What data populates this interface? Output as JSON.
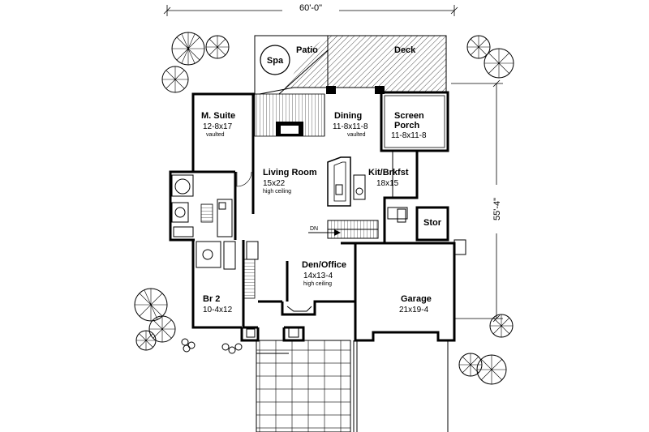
{
  "dimensions": {
    "width": "60'-0\"",
    "depth": "55'-4\""
  },
  "rooms": {
    "spa": {
      "name": "Spa"
    },
    "patio": {
      "name": "Patio"
    },
    "deck": {
      "name": "Deck"
    },
    "master_suite": {
      "name": "M. Suite",
      "size": "12-8x17",
      "note": "vaulted"
    },
    "dining": {
      "name": "Dining",
      "size": "11-8x11-8",
      "note": "vaulted"
    },
    "screen_porch": {
      "name_line1": "Screen",
      "name_line2": "Porch",
      "size": "11-8x11-8"
    },
    "living_room": {
      "name": "Living Room",
      "size": "15x22",
      "note": "high ceiling"
    },
    "kitchen": {
      "name": "Kit/Brkfst",
      "size": "18x15"
    },
    "storage": {
      "name": "Stor"
    },
    "den": {
      "name": "Den/Office",
      "size": "14x13-4",
      "note": "high ceiling"
    },
    "bedroom2": {
      "name": "Br 2",
      "size": "10-4x12"
    },
    "garage": {
      "name": "Garage",
      "size": "21x19-4"
    }
  },
  "stairs": {
    "label": "DN"
  },
  "colors": {
    "ink": "#000000",
    "paper": "#ffffff"
  }
}
